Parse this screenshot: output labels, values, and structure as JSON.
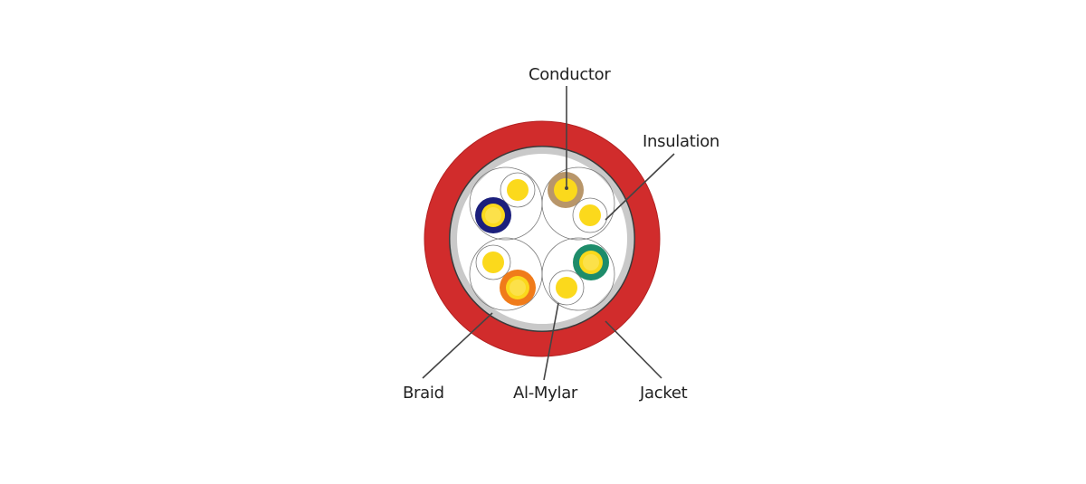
{
  "diagram": {
    "labels": {
      "conductor": "Conductor",
      "insulation": "Insulation",
      "braid": "Braid",
      "al_mylar": "Al-Mylar",
      "jacket": "Jacket"
    },
    "colors": {
      "jacket": "#d12c2c",
      "braid": "#c9c9c9",
      "core": "#ffffff",
      "conductor": "#fbd91c",
      "conductor_inner": "#fce14a",
      "leader_line": "#444444",
      "pair_blue": "#1b1f7c",
      "pair_brown": "#b8966a",
      "pair_orange": "#f07b1a",
      "pair_green": "#1e8c6a"
    }
  }
}
